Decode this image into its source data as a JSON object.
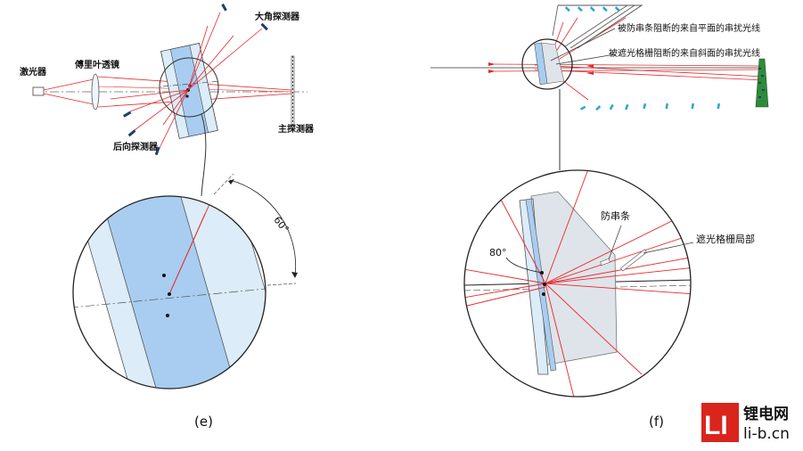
{
  "panel_e": {
    "caption": "(e)",
    "labels": {
      "laser": "激光器",
      "fourier_lens": "傅里叶透镜",
      "wide_angle_detector": "大角探测器",
      "main_detector": "主探测器",
      "back_detector": "后向探测器",
      "angle": "60°"
    }
  },
  "panel_f": {
    "caption": "(f)",
    "labels": {
      "stray_light_flat": "被防串条阻断的来自平面的串扰光线",
      "stray_light_bevel": "被遮光格栅阻断的来自斜面的串扰光线",
      "anti_crosstalk_strip": "防串条",
      "shading_grid_part": "遮光格栅局部",
      "angle": "80°"
    }
  },
  "logo": {
    "mark": "LI",
    "site_name": "锂电网",
    "url": "li-b.cn"
  },
  "colors": {
    "ray": "#e8262a",
    "cell_light": "#dcecf8",
    "cell_dark": "#a8cdf0",
    "detector": "#1d3f6e",
    "detector_cyan": "#2aa6d2",
    "logo_red": "#d9251c",
    "sample_green": "#2e8b3a"
  }
}
